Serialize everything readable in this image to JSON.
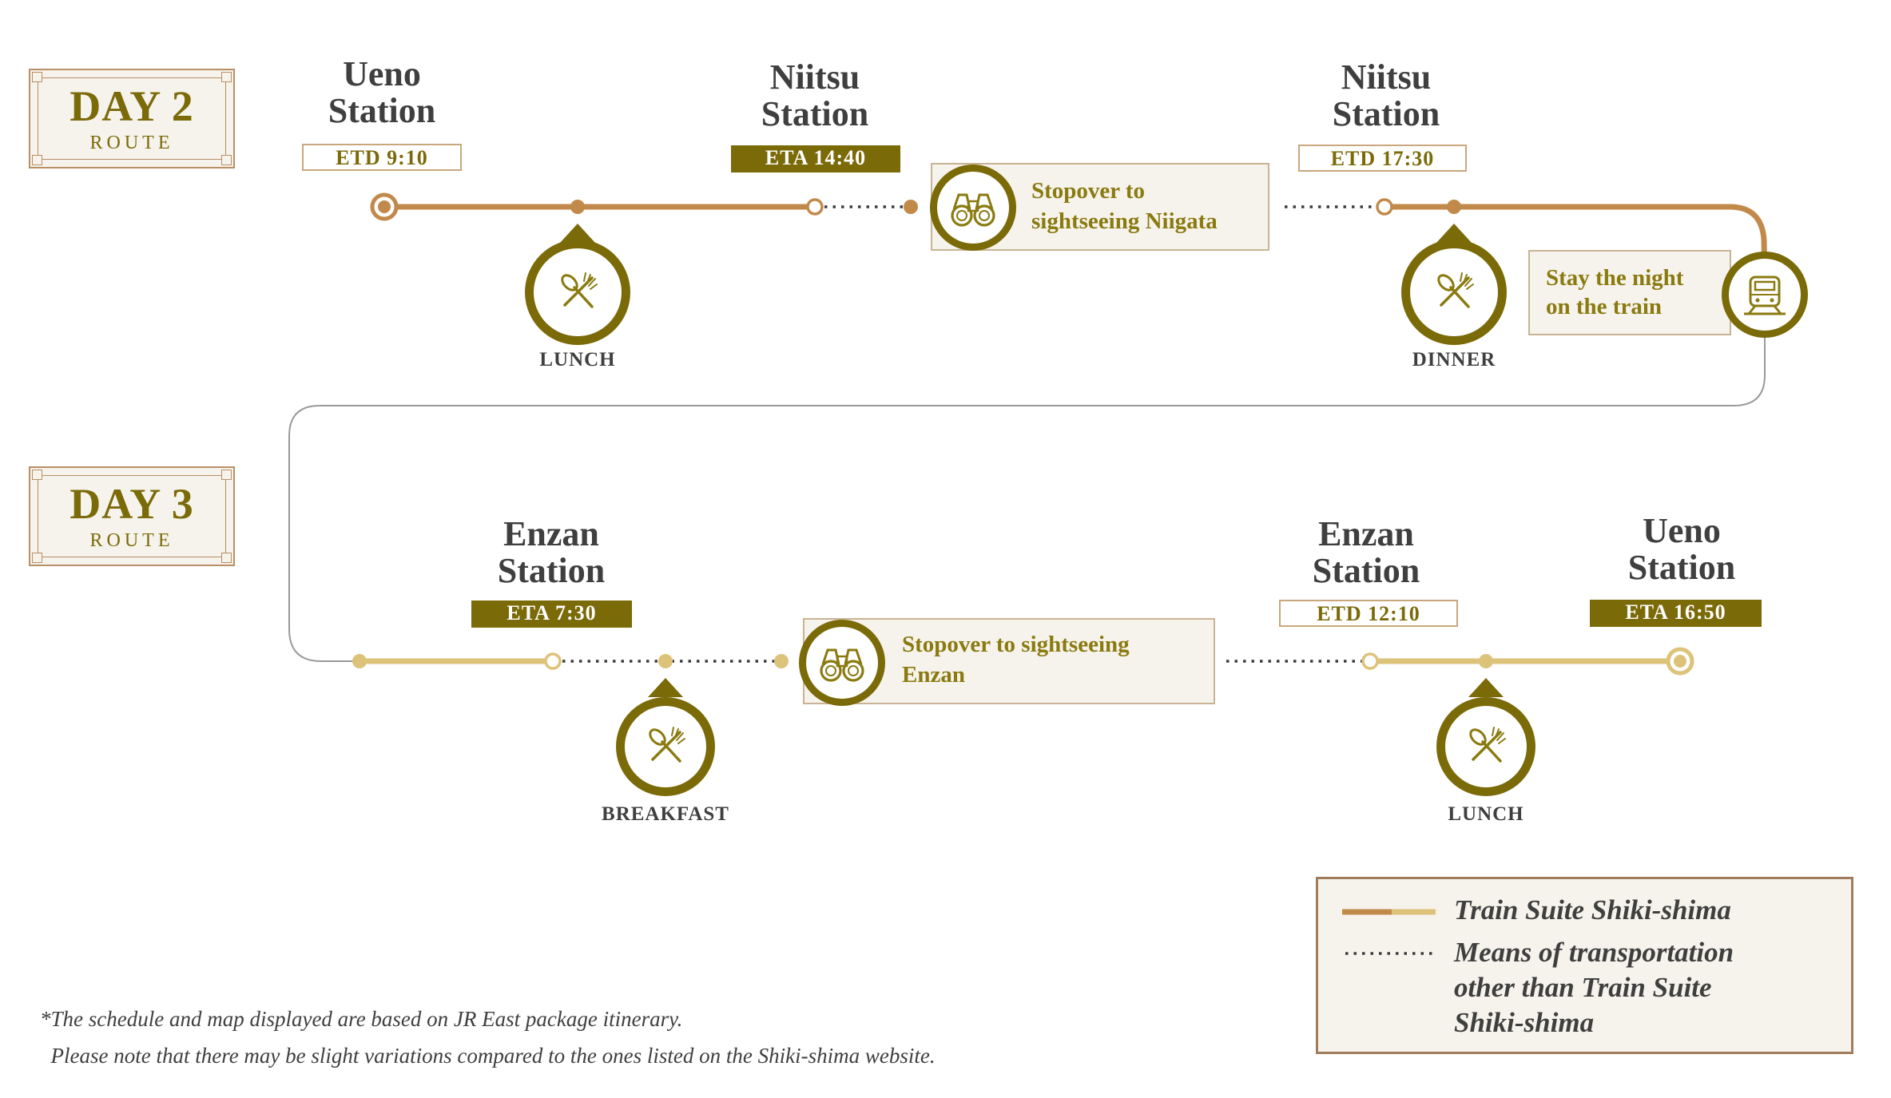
{
  "colors": {
    "day2_line": "#c28a4a",
    "day3_line": "#ddc27a",
    "accent": "#7b6a08",
    "callout_bg": "#f6f3ec",
    "dotted": "#3c3c3c"
  },
  "day2": {
    "badge": {
      "title": "DAY 2",
      "subtitle": "ROUTE"
    },
    "stations": [
      {
        "name_line1": "Ueno",
        "name_line2": "Station",
        "time": "ETD  9:10",
        "kind": "etd"
      },
      {
        "name_line1": "Niitsu",
        "name_line2": "Station",
        "time": "ETA  14:40",
        "kind": "eta"
      },
      {
        "name_line1": "Niitsu",
        "name_line2": "Station",
        "time": "ETD  17:30",
        "kind": "etd"
      }
    ],
    "stopover": {
      "line1": "Stopover to",
      "line2": "sightseeing Niigata",
      "icon": "binoculars-icon"
    },
    "night": {
      "line1": "Stay the night",
      "line2": "on the train",
      "icon": "train-icon"
    },
    "meals": [
      {
        "label": "LUNCH",
        "icon": "fork-spoon-icon"
      },
      {
        "label": "DINNER",
        "icon": "fork-spoon-icon"
      }
    ]
  },
  "day3": {
    "badge": {
      "title": "DAY 3",
      "subtitle": "ROUTE"
    },
    "stations": [
      {
        "name_line1": "Enzan",
        "name_line2": "Station",
        "time": "ETA  7:30",
        "kind": "eta"
      },
      {
        "name_line1": "Enzan",
        "name_line2": "Station",
        "time": "ETD  12:10",
        "kind": "etd"
      },
      {
        "name_line1": "Ueno",
        "name_line2": "Station",
        "time": "ETA  16:50",
        "kind": "eta"
      }
    ],
    "stopover": {
      "line1": "Stopover to sightseeing",
      "line2": "Enzan",
      "icon": "binoculars-icon"
    },
    "meals": [
      {
        "label": "BREAKFAST",
        "icon": "fork-spoon-icon"
      },
      {
        "label": "LUNCH",
        "icon": "fork-spoon-icon"
      }
    ]
  },
  "legend": {
    "train_label": "Train Suite Shiki-shima",
    "other_line1": "Means of transportation",
    "other_line2": "other than Train Suite",
    "other_line3": "Shiki-shima"
  },
  "footnote": {
    "line1": "*The schedule and map displayed are based on JR East package itinerary.",
    "line2": "  Please note that there may be slight variations compared to the ones listed on the Shiki-shima website."
  }
}
